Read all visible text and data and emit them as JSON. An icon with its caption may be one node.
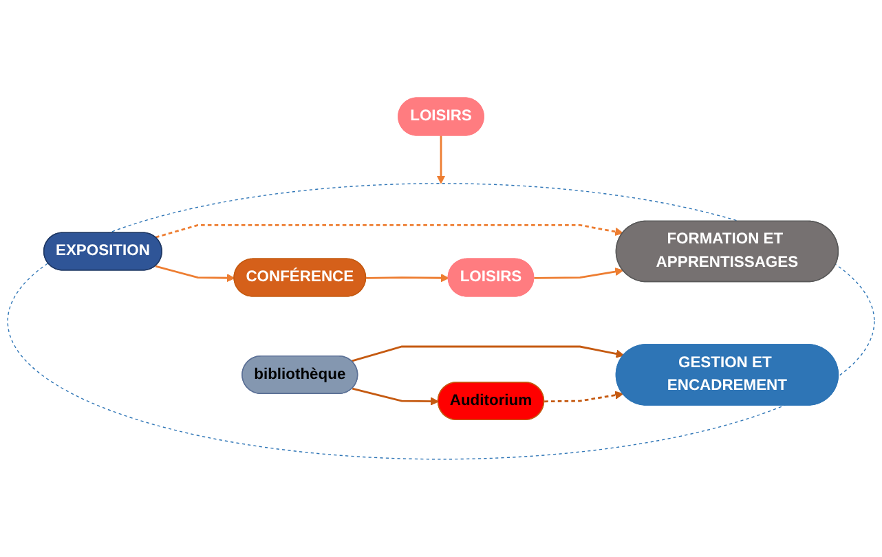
{
  "diagram": {
    "nodes": [
      {
        "text": [],
        "shape": "circle"
      },
      {
        "text": [
          "CONFÉRENCE"
        ],
        "in": 0
      },
      {
        "text": [
          "EXPOSITION"
        ],
        "in": 0
      },
      {
        "text": [
          "LOISIRS"
        ],
        "in": 0
      },
      {
        "text": [
          "LOISIRS"
        ]
      },
      {
        "text": [
          "FORMATION ET APPRENTISSAGES"
        ],
        "in": 0
      },
      {
        "text": [
          "Auditorium"
        ],
        "in": 0
      },
      {
        "text": [
          "bibliothèque"
        ],
        "in": 0
      },
      {
        "text": [
          "GESTION ET ENCADREMENT"
        ],
        "in": 0
      }
    ],
    "edges": [
      {
        "from": 2,
        "to": 1,
        "arrow": "to"
      },
      {
        "from": 1,
        "to": 3,
        "arrow": "to"
      },
      {
        "from": 2,
        "to": 5,
        "arrow": "to",
        "style": "dashed"
      },
      {
        "from": 3,
        "to": 5,
        "arrow": "to"
      },
      {
        "from": 4,
        "to": 0,
        "arrow": "to"
      },
      {
        "from": 7,
        "to": 6,
        "arrow": "to",
        "color": "#c55a11"
      },
      {
        "from": 7,
        "to": 8,
        "arrow": "to",
        "color": "#c55a11"
      },
      {
        "from": 6,
        "to": 8,
        "arrow": "to",
        "style": "dashed",
        "color": "#c55a11"
      }
    ]
  }
}
